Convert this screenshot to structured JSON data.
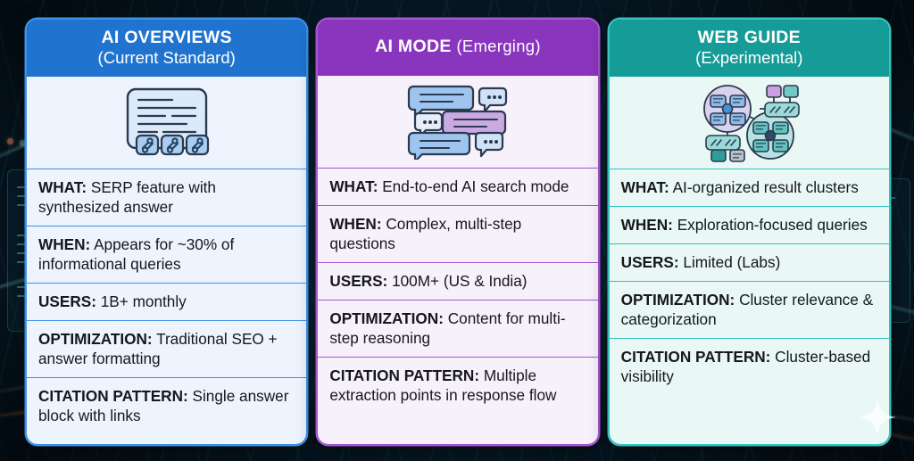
{
  "background": {
    "theme": "dark-tech-circuit",
    "accent_glow": "#8ef5ee"
  },
  "columns": [
    {
      "id": "ai-overviews",
      "title": "AI OVERVIEWS",
      "subtitle": "(Current Standard)",
      "subtitle_inline": false,
      "header_color": "#2074cf",
      "edge_color": "#3c92e8",
      "body_color": "#eef4fd",
      "icon": "document-with-links-icon",
      "rows": [
        {
          "label": "WHAT:",
          "value": "SERP feature with synthesized answer"
        },
        {
          "label": "WHEN:",
          "value": "Appears for ~30% of informational queries"
        },
        {
          "label": "USERS:",
          "value": "1B+ monthly"
        },
        {
          "label": "OPTIMIZATION:",
          "value": "Traditional SEO + answer formatting"
        },
        {
          "label": "CITATION PATTERN:",
          "value": "Single answer block with links"
        }
      ]
    },
    {
      "id": "ai-mode",
      "title": "AI MODE",
      "subtitle": "(Emerging)",
      "subtitle_inline": true,
      "header_color": "#8a35bd",
      "edge_color": "#a855d4",
      "body_color": "#f7f1fb",
      "icon": "chat-bubbles-icon",
      "rows": [
        {
          "label": "WHAT:",
          "value": "End-to-end AI search mode"
        },
        {
          "label": "WHEN:",
          "value": "Complex, multi-step questions"
        },
        {
          "label": "USERS:",
          "value": "100M+ (US & India)"
        },
        {
          "label": "OPTIMIZATION:",
          "value": "Content for multi-step reasoning"
        },
        {
          "label": "CITATION PATTERN:",
          "value": "Multiple extraction points in response flow"
        }
      ]
    },
    {
      "id": "web-guide",
      "title": "WEB GUIDE",
      "subtitle": "(Experimental)",
      "subtitle_inline": false,
      "header_color": "#159c99",
      "edge_color": "#35c4bd",
      "body_color": "#e9f7f5",
      "icon": "cluster-network-icon",
      "rows": [
        {
          "label": "WHAT:",
          "value": "AI-organized result clusters"
        },
        {
          "label": "WHEN:",
          "value": "Exploration-focused queries"
        },
        {
          "label": "USERS:",
          "value": "Limited (Labs)"
        },
        {
          "label": "OPTIMIZATION:",
          "value": "Cluster relevance & categorization"
        },
        {
          "label": "CITATION PATTERN:",
          "value": "Cluster-based visibility"
        }
      ]
    }
  ]
}
